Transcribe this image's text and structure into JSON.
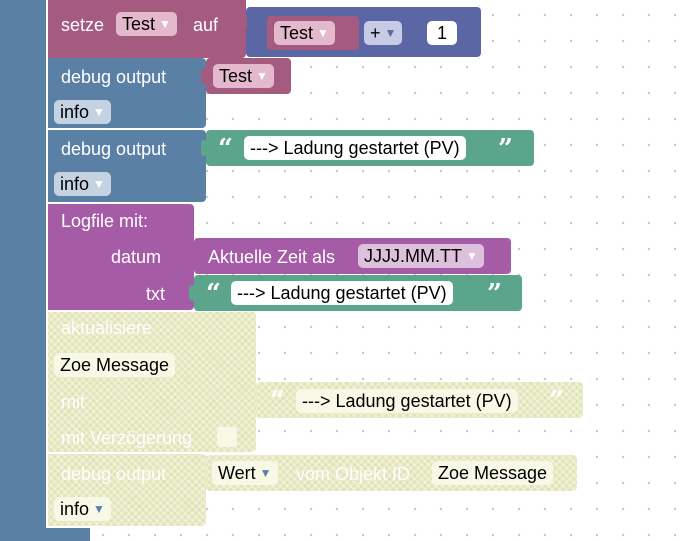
{
  "blocks": {
    "setze": {
      "label": "setze",
      "var": "Test",
      "auf": "auf",
      "math_var": "Test",
      "op": "+",
      "number": "1"
    },
    "debug1": {
      "label": "debug output",
      "value": "Test",
      "level": "info"
    },
    "debug2": {
      "label": "debug output",
      "text": "---> Ladung gestartet (PV)",
      "level": "info"
    },
    "logfile": {
      "label": "Logfile  mit:",
      "datum_label": "datum",
      "time_label": "Aktuelle Zeit als",
      "time_format": "JJJJ.MM.TT",
      "txt_label": "txt",
      "text": "---> Ladung gestartet (PV)"
    },
    "aktualisiere": {
      "label": "aktualisiere",
      "object": "Zoe Message",
      "mit": "mit",
      "text": "---> Ladung gestartet (PV)",
      "delay_label": "mit Verzögerung"
    },
    "debug3": {
      "label": "debug output",
      "wert": "Wert",
      "vom_objekt": "vom Objekt ID",
      "object": "Zoe Message",
      "level": "info"
    }
  },
  "colors": {
    "sidebar": "#5b80a5",
    "variables": "#a55b80",
    "math": "#5b67a5",
    "debug": "#5b80a5",
    "text": "#5ba58c",
    "logfile": "#a55ba5",
    "disabled": "#e9ebc6"
  }
}
